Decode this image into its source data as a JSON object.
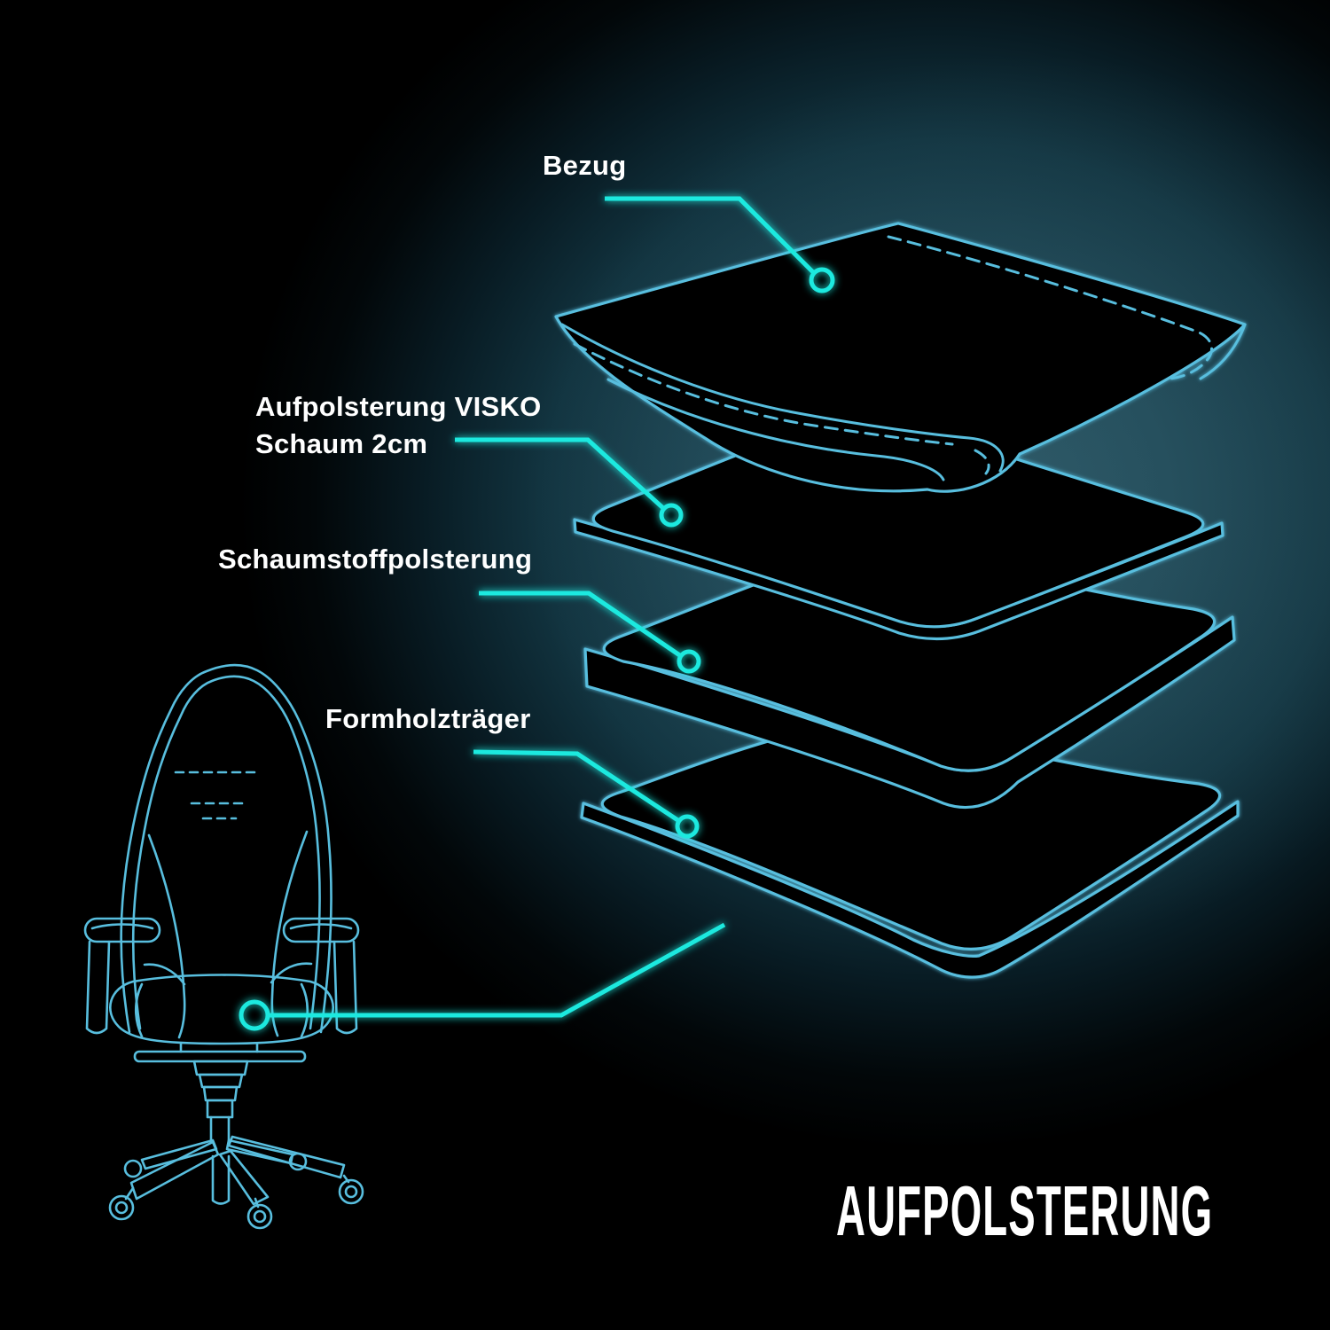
{
  "title": {
    "text": "AUFPOLSTERUNG"
  },
  "labels": {
    "bezug": "Bezug",
    "visko_line1": "Aufpolsterung VISKO",
    "visko_line2": "Schaum 2cm",
    "schaumstoff": "Schaumstoffpolsterung",
    "formholz": "Formholzträger"
  },
  "diagram": {
    "layer_order": [
      "Bezug",
      "Aufpolsterung VISKO Schaum 2cm",
      "Schaumstoffpolsterung",
      "Formholzträger"
    ],
    "chair_view": "gaming chair front outline with seat-cushion callout"
  },
  "colors": {
    "background": "#000000",
    "glow_teal": "#275160",
    "outline_blue": "#58bede",
    "leader_cyan": "#1fe9df",
    "layer_fill": "#010304",
    "text": "#ffffff"
  }
}
